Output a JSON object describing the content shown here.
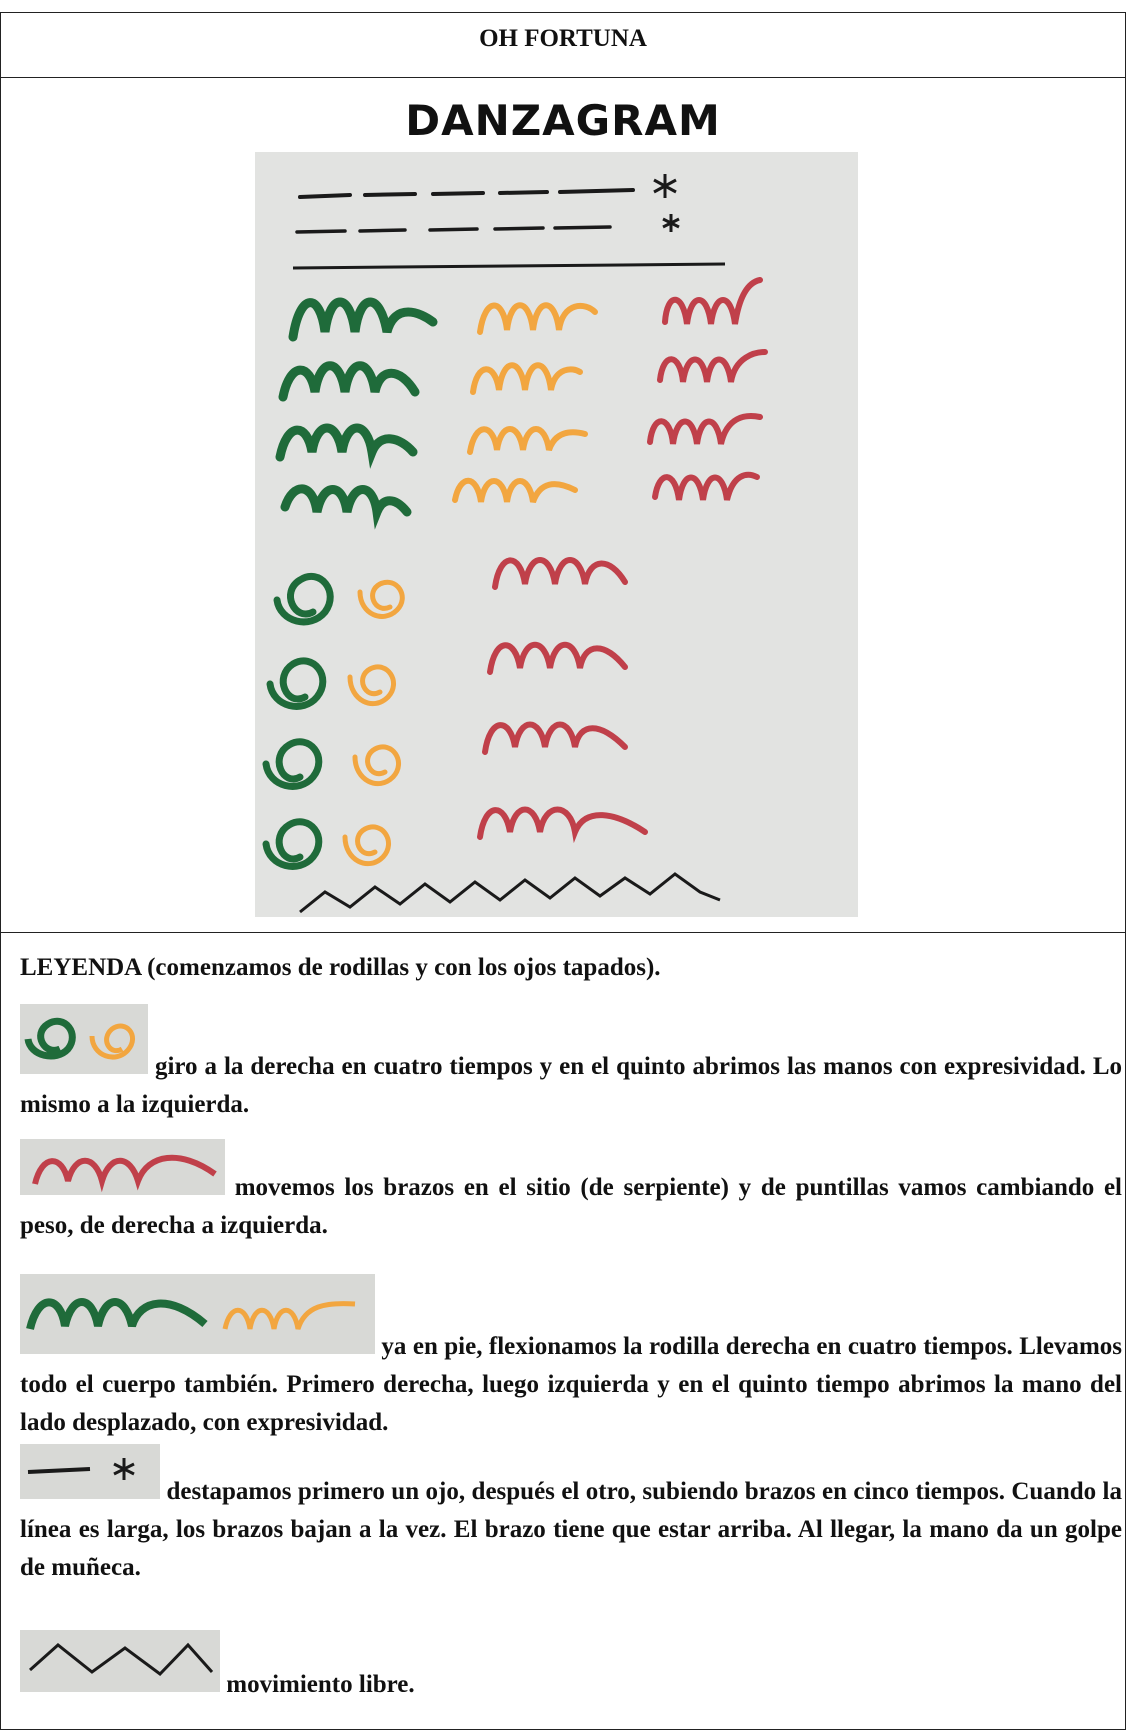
{
  "document": {
    "title": "OH FORTUNA",
    "heading": "DANZAGRAM",
    "legend_title": "LEYENDA (comenzamos de rodillas y con los ojos tapados).",
    "entries": [
      {
        "symbol": "spiral-icon",
        "text": "giro a la derecha en cuatro tiempos y en el quinto abrimos las manos con expresividad. Lo mismo a la izquierda."
      },
      {
        "symbol": "red-wave-icon",
        "text": "movemos los brazos en el sitio (de serpiente) y de puntillas vamos cambiando el peso, de derecha a izquierda."
      },
      {
        "symbol": "green-orange-wave-icon",
        "text": "ya en pie, flexionamos la rodilla derecha en cuatro tiempos. Llevamos todo el cuerpo también. Primero derecha, luego izquierda y en el quinto tiempo abrimos la mano del lado desplazado, con expresividad."
      },
      {
        "symbol": "dash-star-icon",
        "text": "destapamos primero un ojo, después el otro, subiendo brazos en cinco tiempos. Cuando la línea es larga, los brazos bajan a la vez. El brazo tiene que estar arriba. Al llegar, la mano da un golpe de muñeca."
      },
      {
        "symbol": "zigzag-icon",
        "text": "movimiento libre."
      }
    ],
    "colors": {
      "green": "#1f6b3a",
      "orange": "#f2a640",
      "red": "#c0404a",
      "ink": "#1a1a1a",
      "paper": "#e2e3e1"
    }
  }
}
